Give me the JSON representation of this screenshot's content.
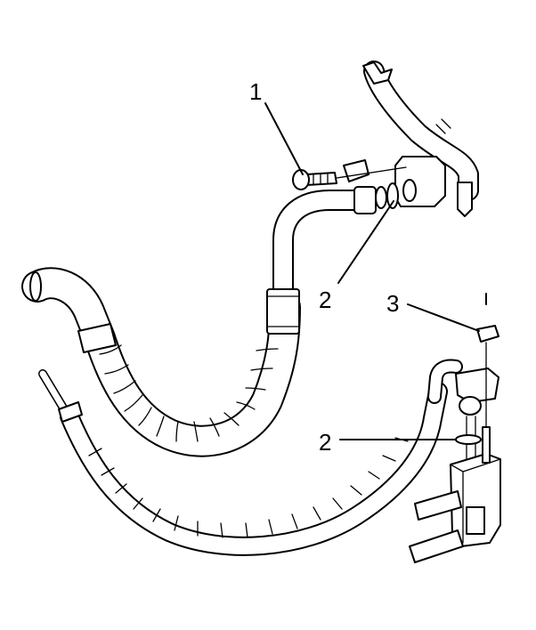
{
  "callouts": [
    {
      "id": "callout-1",
      "label": "1"
    },
    {
      "id": "callout-2-upper",
      "label": "2"
    },
    {
      "id": "callout-2-lower",
      "label": "2"
    },
    {
      "id": "callout-3",
      "label": "3"
    }
  ],
  "colors": {
    "ink": "#000000",
    "paper": "#ffffff"
  }
}
